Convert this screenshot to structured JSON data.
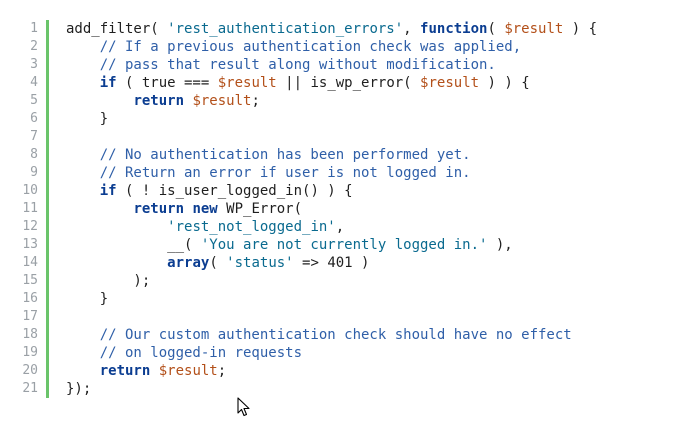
{
  "code": {
    "line_numbers": [
      "1",
      "2",
      "3",
      "4",
      "5",
      "6",
      "7",
      "8",
      "9",
      "10",
      "11",
      "12",
      "13",
      "14",
      "15",
      "16",
      "17",
      "18",
      "19",
      "20",
      "21"
    ],
    "lines": [
      [
        {
          "t": "add_filter( ",
          "c": "fn"
        },
        {
          "t": "'rest_authentication_errors'",
          "c": "str"
        },
        {
          "t": ", ",
          "c": "plain"
        },
        {
          "t": "function",
          "c": "kw"
        },
        {
          "t": "( ",
          "c": "plain"
        },
        {
          "t": "$result",
          "c": "var"
        },
        {
          "t": " ) {",
          "c": "plain"
        }
      ],
      [
        {
          "t": "    // If a previous authentication check was applied,",
          "c": "cm"
        }
      ],
      [
        {
          "t": "    // pass that result along without modification.",
          "c": "cm"
        }
      ],
      [
        {
          "t": "    ",
          "c": "plain"
        },
        {
          "t": "if",
          "c": "kw"
        },
        {
          "t": " ( true === ",
          "c": "plain"
        },
        {
          "t": "$result",
          "c": "var"
        },
        {
          "t": " || is_wp_error( ",
          "c": "plain"
        },
        {
          "t": "$result",
          "c": "var"
        },
        {
          "t": " ) ) {",
          "c": "plain"
        }
      ],
      [
        {
          "t": "        ",
          "c": "plain"
        },
        {
          "t": "return",
          "c": "kw"
        },
        {
          "t": " ",
          "c": "plain"
        },
        {
          "t": "$result",
          "c": "var"
        },
        {
          "t": ";",
          "c": "plain"
        }
      ],
      [
        {
          "t": "    }",
          "c": "plain"
        }
      ],
      [
        {
          "t": "",
          "c": "plain"
        }
      ],
      [
        {
          "t": "    // No authentication has been performed yet.",
          "c": "cm"
        }
      ],
      [
        {
          "t": "    // Return an error if user is not logged in.",
          "c": "cm"
        }
      ],
      [
        {
          "t": "    ",
          "c": "plain"
        },
        {
          "t": "if",
          "c": "kw"
        },
        {
          "t": " ( ! is_user_logged_in() ) {",
          "c": "plain"
        }
      ],
      [
        {
          "t": "        ",
          "c": "plain"
        },
        {
          "t": "return",
          "c": "kw"
        },
        {
          "t": " ",
          "c": "plain"
        },
        {
          "t": "new",
          "c": "kw"
        },
        {
          "t": " WP_Error(",
          "c": "plain"
        }
      ],
      [
        {
          "t": "            ",
          "c": "plain"
        },
        {
          "t": "'rest_not_logged_in'",
          "c": "str"
        },
        {
          "t": ",",
          "c": "plain"
        }
      ],
      [
        {
          "t": "            __( ",
          "c": "plain"
        },
        {
          "t": "'You are not currently logged in.'",
          "c": "str"
        },
        {
          "t": " ),",
          "c": "plain"
        }
      ],
      [
        {
          "t": "            ",
          "c": "plain"
        },
        {
          "t": "array",
          "c": "kw"
        },
        {
          "t": "( ",
          "c": "plain"
        },
        {
          "t": "'status'",
          "c": "str"
        },
        {
          "t": " => 401 )",
          "c": "plain"
        }
      ],
      [
        {
          "t": "        );",
          "c": "plain"
        }
      ],
      [
        {
          "t": "    }",
          "c": "plain"
        }
      ],
      [
        {
          "t": "",
          "c": "plain"
        }
      ],
      [
        {
          "t": "    // Our custom authentication check should have no effect",
          "c": "cm"
        }
      ],
      [
        {
          "t": "    // on logged-in requests",
          "c": "cm"
        }
      ],
      [
        {
          "t": "    ",
          "c": "plain"
        },
        {
          "t": "return",
          "c": "kw"
        },
        {
          "t": " ",
          "c": "plain"
        },
        {
          "t": "$result",
          "c": "var"
        },
        {
          "t": ";",
          "c": "plain"
        }
      ],
      [
        {
          "t": "});",
          "c": "plain"
        }
      ]
    ]
  },
  "colors": {
    "gutter_bar": "#6ac46a",
    "keyword": "#0b3d91",
    "string": "#0a6a8f",
    "variable": "#b3501a",
    "comment": "#2f5fa8"
  },
  "cursor": {
    "icon": "mouse-pointer-icon"
  }
}
